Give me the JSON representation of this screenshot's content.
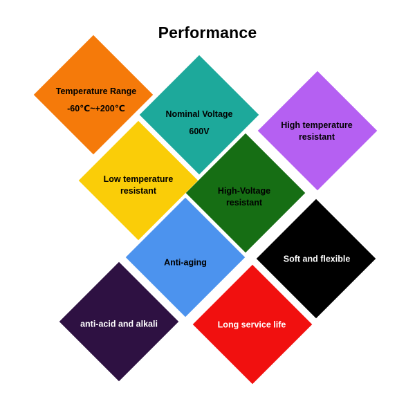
{
  "title": "Performance",
  "tiles": [
    {
      "id": "temperature-range",
      "line1": "Temperature Range",
      "line2": "-60℃~+200℃",
      "color": "#F57A0A",
      "text_color": "#000000"
    },
    {
      "id": "nominal-voltage",
      "line1": "Nominal Voltage",
      "line2": "600V",
      "color": "#1DA99B",
      "text_color": "#000000"
    },
    {
      "id": "high-temperature-resistant",
      "line1": "High temperature",
      "line2": "resistant",
      "color": "#B560F2",
      "text_color": "#000000"
    },
    {
      "id": "low-temperature-resistant",
      "line1": "Low temperature",
      "line2": "resistant",
      "color": "#FACD08",
      "text_color": "#000000"
    },
    {
      "id": "high-voltage-resistant",
      "line1": "High-Voltage",
      "line2": "resistant",
      "color": "#166E14",
      "text_color": "#000000"
    },
    {
      "id": "anti-aging",
      "line1": "Anti-aging",
      "line2": "",
      "color": "#4C93EE",
      "text_color": "#000000"
    },
    {
      "id": "soft-and-flexible",
      "line1": "Soft and flexible",
      "line2": "",
      "color": "#000000",
      "text_color": "#ffffff"
    },
    {
      "id": "anti-acid-and-alkali",
      "line1": "anti-acid and alkali",
      "line2": "",
      "color": "#2E1142",
      "text_color": "#ffffff"
    },
    {
      "id": "long-service-life",
      "line1": "Long service life",
      "line2": "",
      "color": "#F1100F",
      "text_color": "#ffffff"
    }
  ]
}
